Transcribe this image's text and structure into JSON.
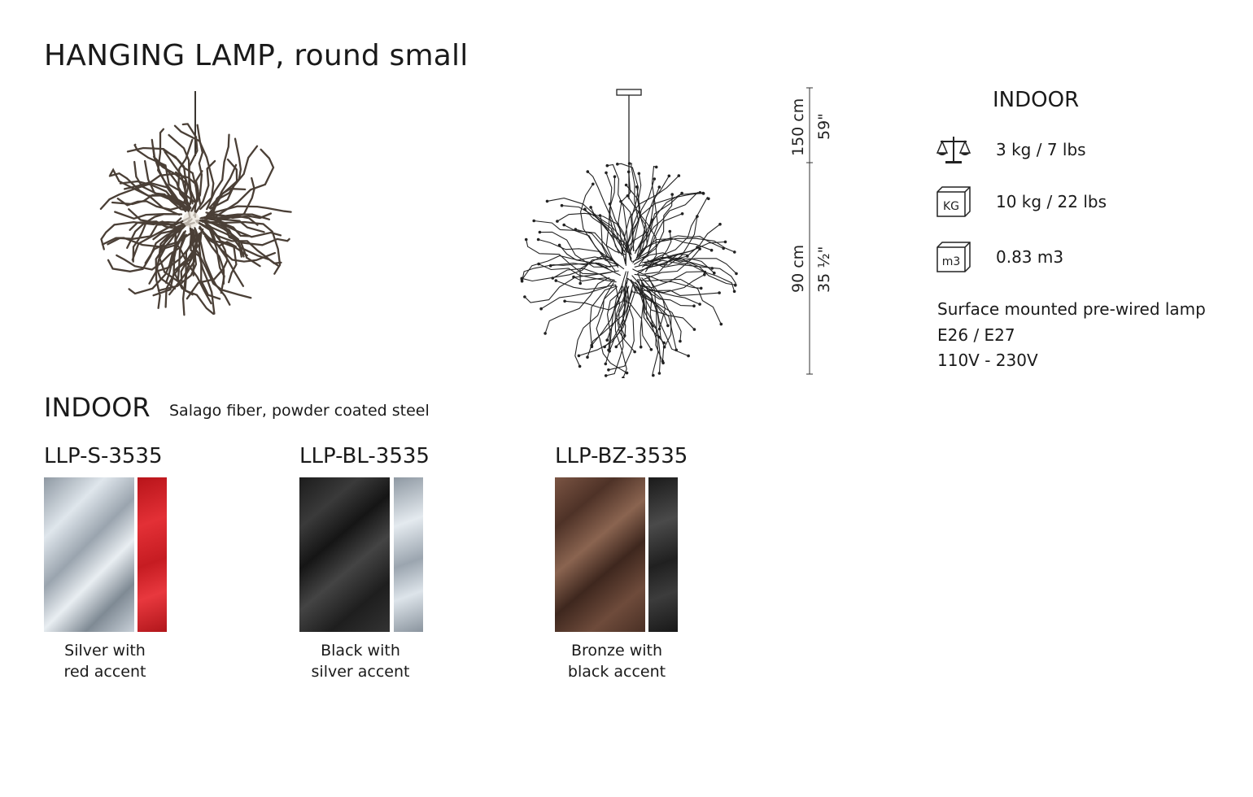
{
  "header": {
    "title_main": "HANGING LAMP",
    "title_rest": ", round small"
  },
  "dimensions": {
    "height_cm": "150 cm",
    "height_in": "59\"",
    "diameter_cm": "90 cm",
    "diameter_in": "35 ½\""
  },
  "specs": {
    "heading": "INDOOR",
    "rows": [
      {
        "icon": "scale-icon",
        "value": "3 kg / 7 lbs"
      },
      {
        "icon": "package-weight-icon",
        "icon_label": "KG",
        "value": "10 kg / 22 lbs"
      },
      {
        "icon": "package-volume-icon",
        "icon_label": "m3",
        "value": "0.83 m3"
      }
    ],
    "description": [
      "Surface mounted pre-wired lamp",
      "E26 / E27",
      "110V - 230V"
    ]
  },
  "section": {
    "title": "INDOOR",
    "subtitle": "Salago fiber, powder coated steel"
  },
  "variants": [
    {
      "code": "LLP-S-3535",
      "caption_1": "Silver with",
      "caption_2": "red accent",
      "main_color": "#b9c3cc",
      "accent_color": "#d8262a"
    },
    {
      "code": "LLP-BL-3535",
      "caption_1": "Black with",
      "caption_2": "silver accent",
      "main_color": "#262626",
      "accent_color": "#b9c3cc"
    },
    {
      "code": "LLP-BZ-3535",
      "caption_1": "Bronze with",
      "caption_2": "black accent",
      "main_color": "#6b4a3a",
      "accent_color": "#2a2a2a"
    }
  ]
}
